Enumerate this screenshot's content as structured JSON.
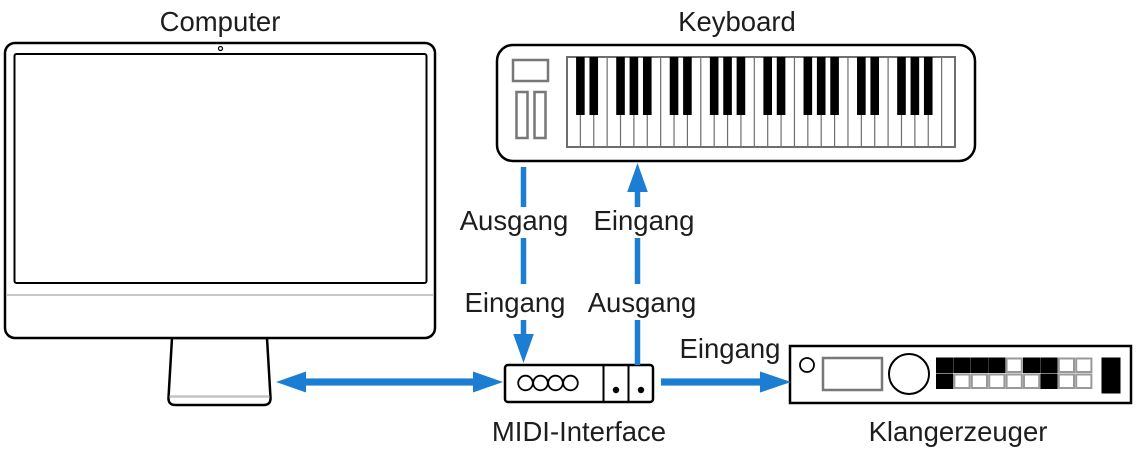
{
  "colors": {
    "arrow_blue": "#1B7ED2",
    "text": "#1d1d1f",
    "outline": "#000000",
    "soft_gray": "#c4c4c4",
    "panel_gray": "#777777"
  },
  "devices": {
    "computer": {
      "label": "Computer"
    },
    "keyboard": {
      "label": "Keyboard"
    },
    "midi_interface": {
      "label": "MIDI-Interface"
    },
    "sound_module": {
      "label": "Klangerzeuger"
    }
  },
  "connections": {
    "keyboard_to_interface": {
      "direction": "down",
      "top_label": "Ausgang",
      "bottom_label": "Eingang"
    },
    "interface_to_keyboard": {
      "direction": "up",
      "top_label": "Eingang",
      "bottom_label": "Ausgang"
    },
    "computer_to_interface": {
      "direction": "both"
    },
    "interface_to_sound_module": {
      "direction": "right",
      "label": "Eingang"
    }
  },
  "keyboard_drawing": {
    "white_keys": 29,
    "black_key_after": [
      0,
      1,
      3,
      4,
      5
    ]
  },
  "midi_interface_drawing": {
    "port_count": 4,
    "led_count": 2
  },
  "sound_module_drawing": {
    "button_pattern": [
      [
        1,
        1,
        1,
        1,
        0,
        1,
        1,
        0,
        0
      ],
      [
        1,
        0,
        0,
        0,
        0,
        0,
        1,
        0,
        0
      ]
    ]
  }
}
